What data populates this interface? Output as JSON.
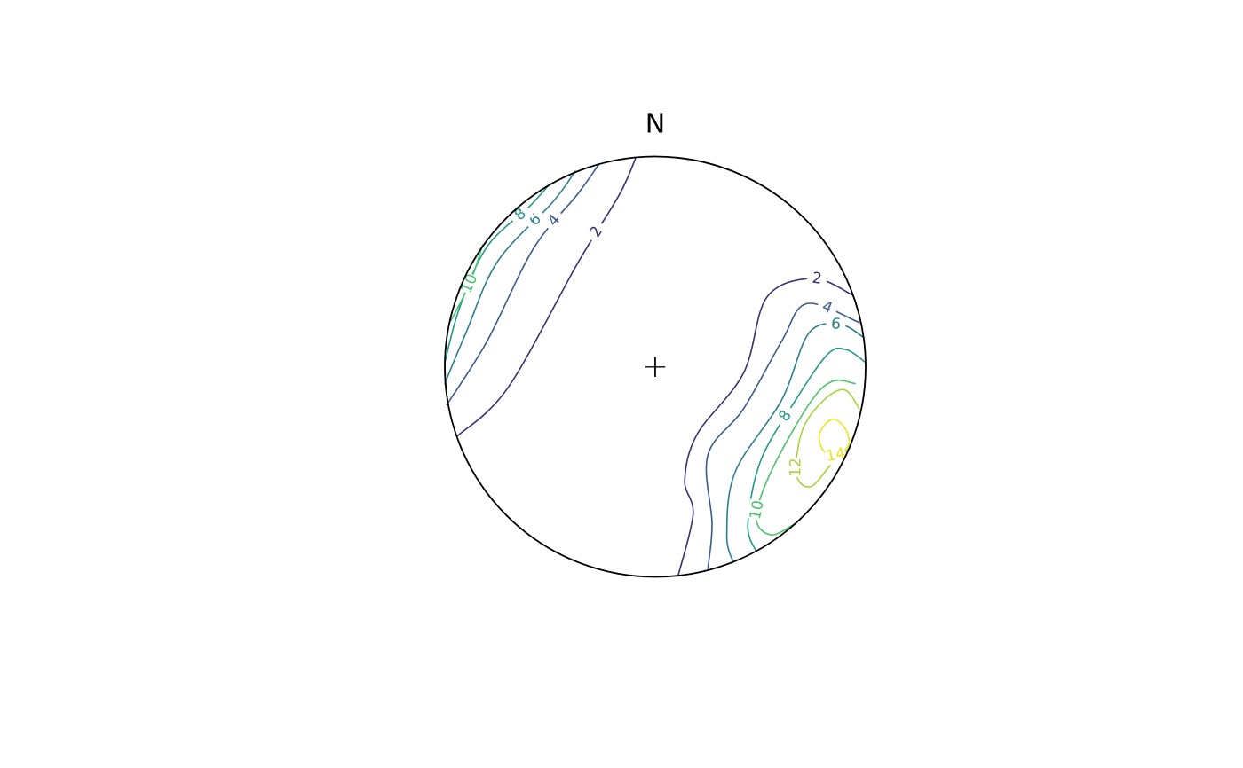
{
  "chart_data": {
    "type": "contour",
    "north_label": "N",
    "center_marker": "+",
    "colors": {
      "2": "#3b2f6e",
      "4": "#3b5a8c",
      "6": "#2d7f8e",
      "8": "#24968a",
      "10": "#4cc16e",
      "12": "#a6d43a",
      "14": "#f2e31c",
      "outline": "#000000"
    },
    "levels": [
      2,
      4,
      6,
      8,
      10,
      12,
      14
    ],
    "contours": [
      {
        "level": 2,
        "label": "2",
        "points": [
          [
            -0.094,
            0.99
          ],
          [
            -0.17,
            0.82
          ],
          [
            -0.37,
            0.49
          ],
          [
            -0.7,
            -0.1
          ],
          [
            -0.94,
            -0.33
          ]
        ]
      },
      {
        "level": 4,
        "label": "4",
        "points": [
          [
            -0.27,
            0.96
          ],
          [
            -0.37,
            0.82
          ],
          [
            -0.58,
            0.56
          ],
          [
            -0.8,
            0.12
          ],
          [
            -0.99,
            -0.18
          ]
        ]
      },
      {
        "level": 6,
        "label": "6",
        "points": [
          [
            -0.38,
            0.93
          ],
          [
            -0.49,
            0.78
          ],
          [
            -0.75,
            0.5
          ],
          [
            -0.9,
            0.16
          ],
          [
            -1.0,
            -0.08
          ]
        ]
      },
      {
        "level": 8,
        "label": "8",
        "points": [
          [
            -0.5,
            0.87
          ],
          [
            -0.6,
            0.76
          ],
          [
            -0.8,
            0.57
          ],
          [
            -0.93,
            0.28
          ],
          [
            -1.0,
            0.02
          ]
        ]
      },
      {
        "level": 10,
        "label": "10",
        "points": [
          [
            -0.82,
            0.58
          ],
          [
            -0.88,
            0.4
          ],
          [
            -0.97,
            0.22
          ]
        ]
      },
      {
        "level": 2,
        "label": "2",
        "points": [
          [
            0.11,
            -0.99
          ],
          [
            0.18,
            -0.7
          ],
          [
            0.14,
            -0.54
          ],
          [
            0.2,
            -0.32
          ],
          [
            0.42,
            -0.03
          ],
          [
            0.53,
            0.33
          ],
          [
            0.75,
            0.42
          ],
          [
            0.94,
            0.34
          ]
        ]
      },
      {
        "level": 4,
        "label": "4",
        "points": [
          [
            0.25,
            -0.96
          ],
          [
            0.27,
            -0.75
          ],
          [
            0.25,
            -0.42
          ],
          [
            0.42,
            -0.2
          ],
          [
            0.6,
            0.12
          ],
          [
            0.72,
            0.3
          ],
          [
            0.97,
            0.21
          ]
        ]
      },
      {
        "level": 6,
        "label": "6",
        "points": [
          [
            0.37,
            -0.93
          ],
          [
            0.34,
            -0.8
          ],
          [
            0.38,
            -0.5
          ],
          [
            0.6,
            -0.16
          ],
          [
            0.73,
            0.16
          ],
          [
            0.88,
            0.2
          ],
          [
            0.99,
            0.14
          ]
        ]
      },
      {
        "level": 8,
        "label": "8",
        "points": [
          [
            0.48,
            -0.88
          ],
          [
            0.44,
            -0.75
          ],
          [
            0.5,
            -0.45
          ],
          [
            0.66,
            -0.17
          ],
          [
            0.82,
            0.06
          ],
          [
            0.91,
            0.08
          ],
          [
            1.0,
            0.02
          ]
        ]
      },
      {
        "level": 10,
        "label": "10",
        "points": [
          [
            0.66,
            -0.75
          ],
          [
            0.55,
            -0.8
          ],
          [
            0.48,
            -0.72
          ],
          [
            0.55,
            -0.5
          ],
          [
            0.73,
            -0.18
          ],
          [
            0.84,
            -0.07
          ],
          [
            0.95,
            -0.08
          ]
        ]
      },
      {
        "level": 12,
        "label": "12",
        "points": [
          [
            0.92,
            -0.39
          ],
          [
            0.84,
            -0.46
          ],
          [
            0.74,
            -0.57
          ],
          [
            0.67,
            -0.51
          ],
          [
            0.7,
            -0.3
          ],
          [
            0.8,
            -0.16
          ],
          [
            0.9,
            -0.11
          ],
          [
            0.97,
            -0.2
          ]
        ]
      },
      {
        "level": 14,
        "label": "14",
        "closed": true,
        "points": [
          [
            0.84,
            -0.25
          ],
          [
            0.9,
            -0.29
          ],
          [
            0.92,
            -0.37
          ],
          [
            0.86,
            -0.42
          ],
          [
            0.8,
            -0.4
          ],
          [
            0.78,
            -0.32
          ]
        ]
      }
    ]
  }
}
